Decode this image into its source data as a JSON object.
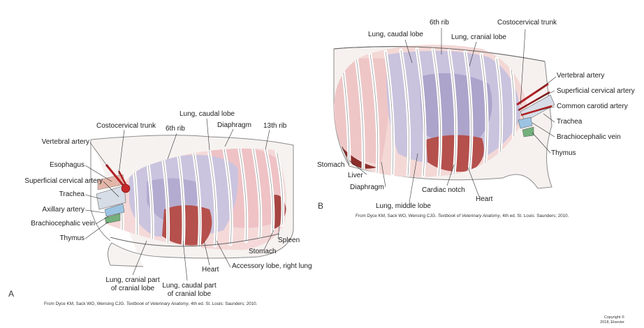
{
  "figure_a": {
    "panel_letter": "A",
    "labels": {
      "costocervical_trunk": "Costocervical trunk",
      "sixth_rib": "6th rib",
      "lung_caudal_lobe": "Lung, caudal lobe",
      "diaphragm": "Diaphragm",
      "thirteenth_rib": "13th rib",
      "vertebral_artery": "Vertebral artery",
      "esophagus": "Esophagus",
      "superficial_cervical_artery": "Superficial cervical artery",
      "trachea": "Trachea",
      "axillary_artery": "Axillary artery",
      "brachiocephalic_vein": "Brachiocephalic vein",
      "thymus": "Thymus",
      "spleen": "Spleen",
      "stomach": "Stomach",
      "accessory_lobe": "Accessory lobe, right lung",
      "heart": "Heart",
      "lung_cranial_part_1": "Lung, cranial part",
      "lung_cranial_part_2": "of cranial lobe",
      "lung_caudal_part_1": "Lung, caudal part",
      "lung_caudal_part_2": "of cranial lobe"
    },
    "credit": {
      "prefix": "From Dyce KM, Sack WO, Wensing CJG. ",
      "title": "Textbook of Veterinary Anatomy",
      "suffix": ", 4th ed. St. Louis: Saunders; 2010."
    }
  },
  "figure_b": {
    "panel_letter": "B",
    "labels": {
      "sixth_rib": "6th rib",
      "costocervical_trunk": "Costocervical trunk",
      "lung_caudal_lobe": "Lung, caudal lobe",
      "lung_cranial_lobe": "Lung, cranial lobe",
      "vertebral_artery": "Vertebral artery",
      "superficial_cervical_artery": "Superficial cervical artery",
      "common_carotid_artery": "Common carotid artery",
      "trachea": "Trachea",
      "brachiocephalic_vein": "Brachiocephalic vein",
      "thymus": "Thymus",
      "stomach": "Stomach",
      "liver": "Liver",
      "diaphragm": "Diaphragm",
      "cardiac_notch": "Cardiac notch",
      "heart": "Heart",
      "lung_middle_lobe": "Lung, middle lobe"
    },
    "credit": {
      "prefix": "From Dyce KM, Sack WO, Wensing CJG. ",
      "title": "Textbook of Veterinary Anatomy",
      "suffix": ", 4th ed. St. Louis: Saunders; 2010."
    }
  },
  "copyright": {
    "line1": "Copyright ©",
    "line2": "2018, Elsevier"
  },
  "colors": {
    "lung": "#c9c3de",
    "lung_shade": "#a79fc6",
    "diaphragm": "#eec4c6",
    "muscle": "#f1d3d3",
    "heart": "#b24e4a",
    "artery": "#b22023",
    "vein": "#9cc4e2",
    "thymus": "#74b07c",
    "rib": "#ffffff",
    "outline": "#444444"
  }
}
